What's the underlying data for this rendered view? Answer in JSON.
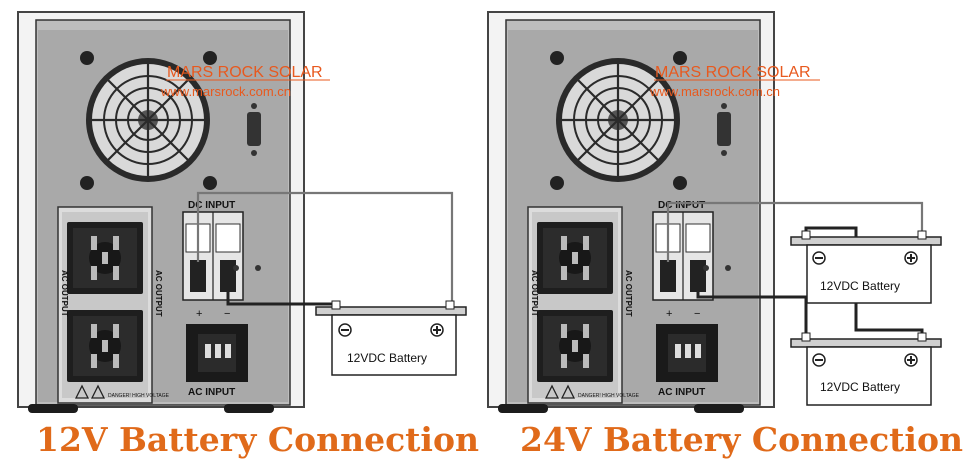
{
  "brand": {
    "name": "MARS ROCK SOLAR",
    "url": "www.marsrock.com.cn"
  },
  "inverter_labels": {
    "dc_input": "DC INPUT",
    "ac_input": "AC INPUT",
    "ac_output": "AC OUTPUT",
    "plus": "+",
    "minus": "−",
    "warning": "DANGER! HIGH VOLTAGE"
  },
  "battery": {
    "label": "12VDC Battery",
    "neg": "−",
    "pos": "+"
  },
  "captions": {
    "left": "12V Battery Connection",
    "right": "24V Battery Connection"
  },
  "colors": {
    "caption": "#e06a1a",
    "watermark": "#e8591e",
    "wire": "#222222",
    "wire_light": "#777777"
  }
}
